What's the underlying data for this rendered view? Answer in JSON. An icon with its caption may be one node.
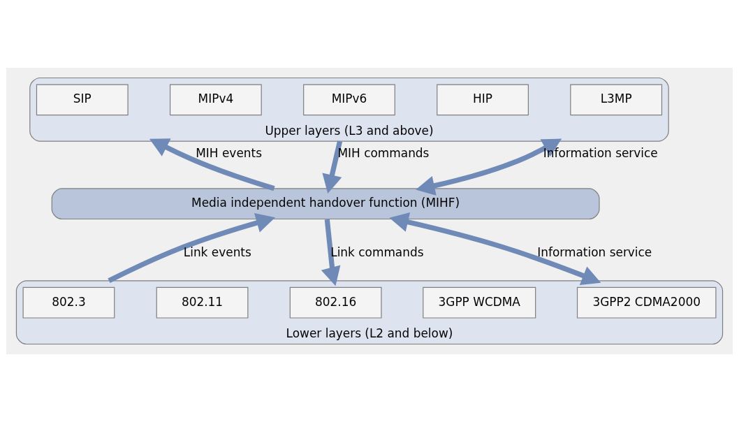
{
  "diagram": {
    "nodes": [
      {
        "text": [
          "Upper layers (L3 and above)"
        ]
      },
      {
        "text": [
          "SIP"
        ],
        "in": 0
      },
      {
        "text": [
          "MIPv4"
        ],
        "in": 0
      },
      {
        "text": [
          "MIPv6"
        ],
        "in": 0
      },
      {
        "text": [
          "HIP"
        ],
        "in": 0
      },
      {
        "text": [
          "L3MP"
        ],
        "in": 0
      },
      {
        "text": [
          "Media independent handover function (MIHF)"
        ]
      },
      {
        "text": [
          "Lower layers (L2 and below)"
        ]
      },
      {
        "text": [
          "802.3"
        ],
        "in": 7
      },
      {
        "text": [
          "802.11"
        ],
        "in": 7
      },
      {
        "text": [
          "802.16"
        ],
        "in": 7
      },
      {
        "text": [
          "3GPP WCDMA"
        ],
        "in": 7
      },
      {
        "text": [
          "3GPP2 CDMA2000"
        ],
        "in": 7
      }
    ],
    "edges": [
      {
        "from": 6,
        "to": 0,
        "arrow": "to",
        "label": "MIH events"
      },
      {
        "from": 0,
        "to": 6,
        "arrow": "to",
        "label": "MIH commands"
      },
      {
        "from": 0,
        "to": 6,
        "arrow": "both",
        "label": "Information service"
      },
      {
        "from": 7,
        "to": 6,
        "arrow": "to",
        "label": "Link events"
      },
      {
        "from": 6,
        "to": 7,
        "arrow": "to",
        "label": "Link commands"
      },
      {
        "from": 6,
        "to": 7,
        "arrow": "both",
        "label": "Information service"
      }
    ]
  }
}
